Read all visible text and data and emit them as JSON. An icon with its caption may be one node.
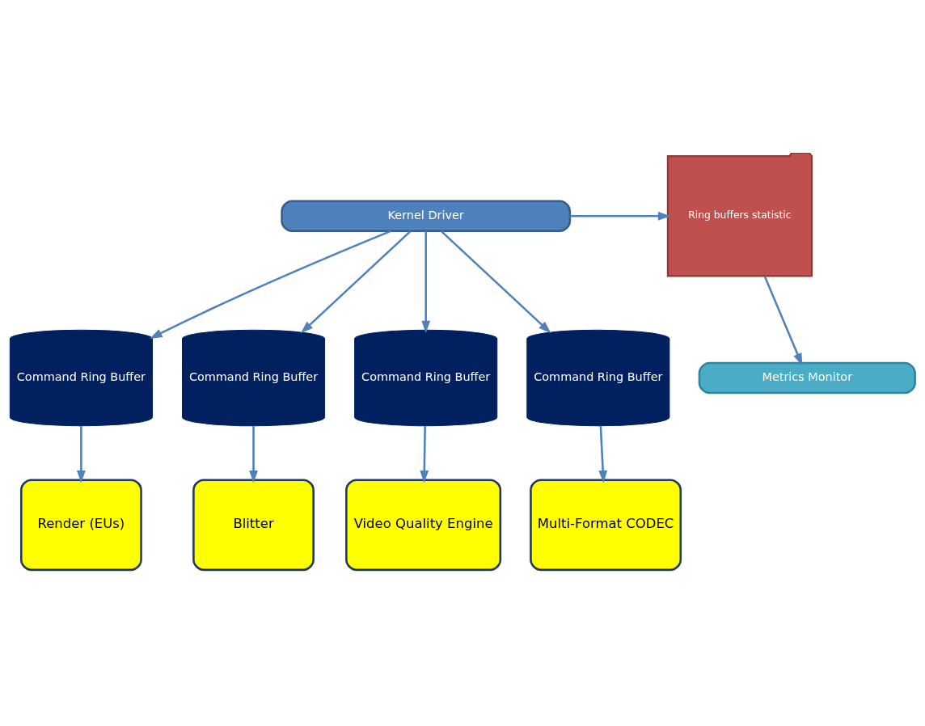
{
  "diagram": {
    "nodes": [
      {
        "text": [
          "Metrics Monitor"
        ]
      },
      {
        "text": [
          "Kernel Driver"
        ]
      },
      {
        "text": [
          "Ring buffers statistic"
        ]
      },
      {
        "text": [
          "Command Ring Buffer"
        ]
      },
      {
        "text": [
          "Command Ring Buffer"
        ]
      },
      {
        "text": [
          "Command Ring Buffer"
        ]
      },
      {
        "text": [
          "Command Ring Buffer"
        ]
      },
      {
        "text": [
          "Render (EUs)"
        ]
      },
      {
        "text": [
          "Blitter"
        ]
      },
      {
        "text": [
          "Video Quality Engine"
        ]
      },
      {
        "text": [
          "Multi-Format CODEC"
        ]
      }
    ],
    "edges": [
      {
        "from": 2,
        "to": 0,
        "arrow": "to"
      },
      {
        "from": 1,
        "to": 2,
        "arrow": "to"
      },
      {
        "from": 1,
        "to": 3,
        "arrow": "to"
      },
      {
        "from": 1,
        "to": 4,
        "arrow": "to"
      },
      {
        "from": 1,
        "to": 5,
        "arrow": "to"
      },
      {
        "from": 1,
        "to": 6,
        "arrow": "to"
      },
      {
        "from": 3,
        "to": 7,
        "arrow": "to"
      },
      {
        "from": 4,
        "to": 8,
        "arrow": "to"
      },
      {
        "from": 5,
        "to": 9,
        "arrow": "to"
      },
      {
        "from": 6,
        "to": 10,
        "arrow": "to"
      }
    ]
  }
}
